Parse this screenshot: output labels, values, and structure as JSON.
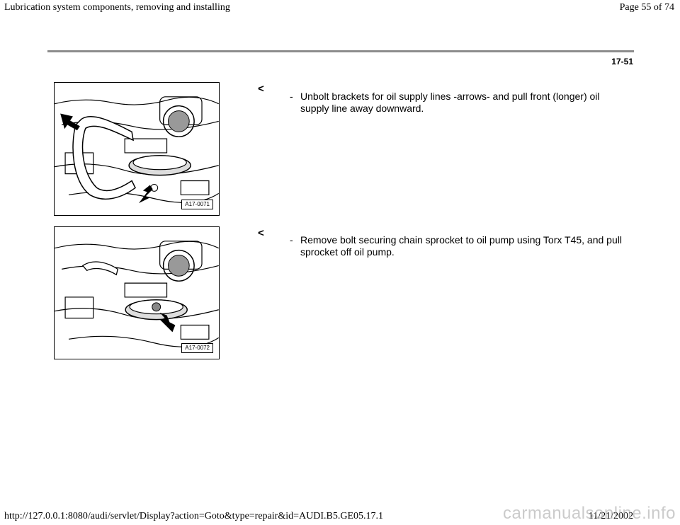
{
  "header": {
    "title": "Lubrication system components, removing and installing",
    "page_indicator": "Page 55 of 74"
  },
  "page_number": "17-51",
  "steps": [
    {
      "marker": "<",
      "dash": "-",
      "text": "Unbolt brackets for oil supply lines -arrows- and pull front (longer) oil supply line away downward.",
      "figure_label": "A17-0071"
    },
    {
      "marker": "<",
      "dash": "-",
      "text": "Remove bolt securing chain sprocket to oil pump using Torx T45, and pull sprocket off oil pump.",
      "figure_label": "A17-0072"
    }
  ],
  "footer": {
    "url": "http://127.0.0.1:8080/audi/servlet/Display?action=Goto&type=repair&id=AUDI.B5.GE05.17.1",
    "date": "11/21/2002",
    "watermark": "carmanualsonline.info"
  }
}
